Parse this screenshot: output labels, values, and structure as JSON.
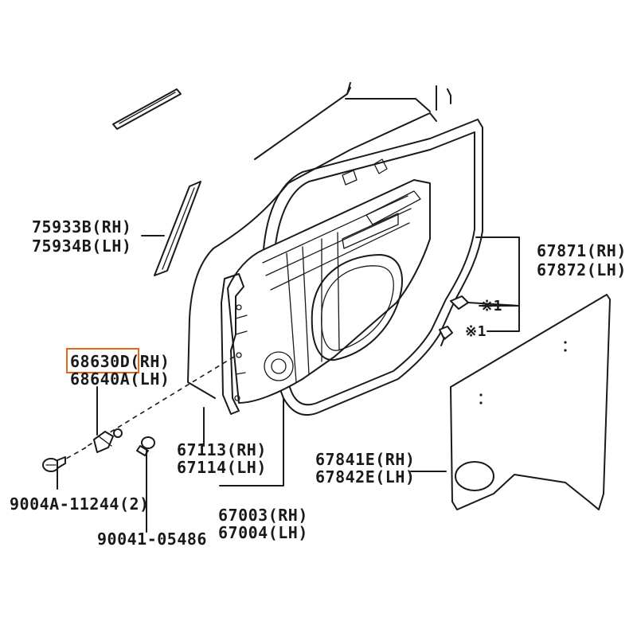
{
  "diagram": {
    "highlight_color": "#e8651a",
    "callouts": [
      {
        "id": "molding",
        "lines": [
          "75933B(RH)",
          "75934B(LH)"
        ]
      },
      {
        "id": "hinge",
        "lines": [
          "68630D(RH)",
          "68640A(LH)"
        ],
        "highlighted_part": "68630D"
      },
      {
        "id": "bolt",
        "lines": [
          "9004A-11244(2)"
        ]
      },
      {
        "id": "screw",
        "lines": [
          "90041-05486"
        ]
      },
      {
        "id": "frame",
        "lines": [
          "67113(RH)",
          "67114(LH)"
        ]
      },
      {
        "id": "door-panel",
        "lines": [
          "67003(RH)",
          "67004(LH)"
        ]
      },
      {
        "id": "weatherstrip",
        "lines": [
          "67871(RH)",
          "67872(LH)"
        ]
      },
      {
        "id": "clip-note-1",
        "lines": [
          "※1"
        ]
      },
      {
        "id": "clip-note-2",
        "lines": [
          "※1"
        ]
      },
      {
        "id": "service-hole-cover",
        "lines": [
          "67841E(RH)",
          "67842E(LH)"
        ]
      }
    ]
  }
}
